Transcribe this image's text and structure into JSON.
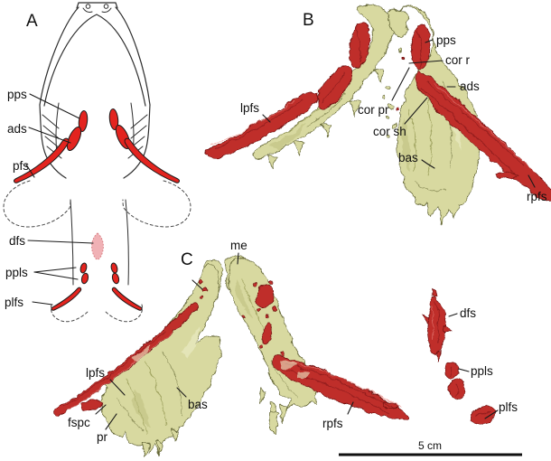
{
  "figure": {
    "panels": {
      "a": {
        "letter": "A",
        "labels": {
          "pps": "pps",
          "ads": "ads",
          "pfs": "pfs",
          "dfs": "dfs",
          "ppls": "ppls",
          "plfs": "plfs"
        }
      },
      "b": {
        "letter": "B",
        "labels": {
          "pps": "pps",
          "cor_r": "cor r",
          "ads": "ads",
          "lpfs": "lpfs",
          "cor_pr": "cor pr",
          "cor_sh": "cor sh",
          "bas": "bas",
          "rpfs": "rpfs"
        }
      },
      "c": {
        "letter": "C",
        "labels": {
          "me": "me",
          "lpfs": "lpfs",
          "bas": "bas",
          "fspc": "fspc",
          "pr": "pr",
          "rpfs": "rpfs",
          "dfs": "dfs",
          "ppls": "ppls",
          "plfs": "plfs"
        }
      }
    },
    "scale_bar": {
      "label": "5 cm"
    },
    "colors": {
      "spine_red": "#bf2f2c",
      "spine_red_bright": "#e3241f",
      "spine_dark": "#7a1517",
      "cartilage": "#d8d9a0",
      "cartilage_dark": "#979a55",
      "cartilage_deep": "#5c5f2c",
      "cartilage_light": "#ecedc8",
      "dfs_pink": "#f0b1b5",
      "dfs_pink_stroke": "#d97f84",
      "ink": "#1a1a1a"
    }
  }
}
